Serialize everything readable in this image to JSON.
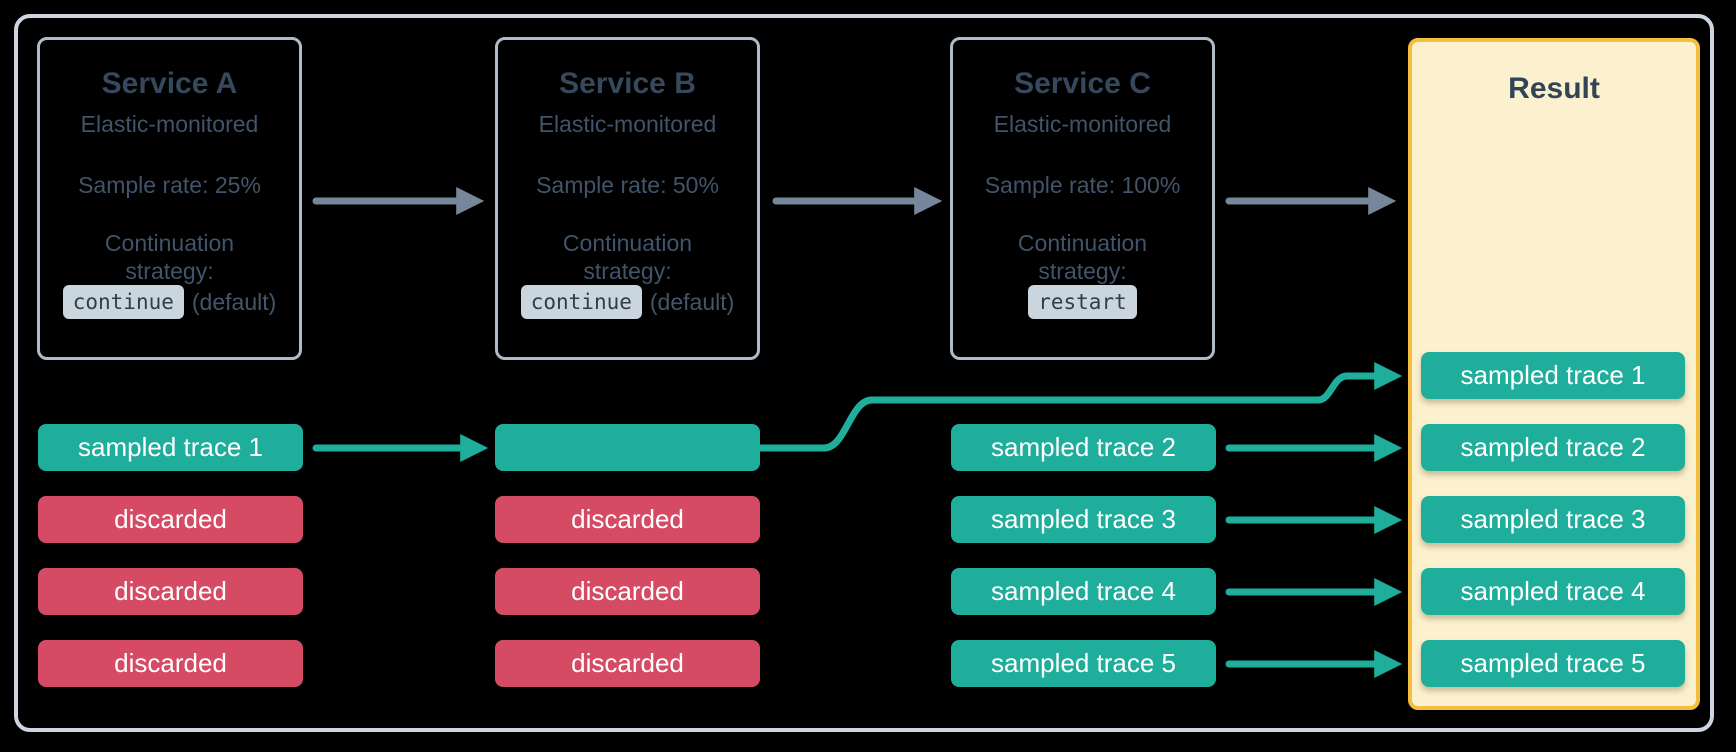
{
  "services": [
    {
      "name": "Service A",
      "monitored": "Elastic-monitored",
      "sample_rate": "Sample rate: 25%",
      "strategy_label": "Continuation strategy:",
      "strategy_value": "continue",
      "strategy_suffix": "(default)"
    },
    {
      "name": "Service B",
      "monitored": "Elastic-monitored",
      "sample_rate": "Sample rate: 50%",
      "strategy_label": "Continuation strategy:",
      "strategy_value": "continue",
      "strategy_suffix": "(default)"
    },
    {
      "name": "Service C",
      "monitored": "Elastic-monitored",
      "sample_rate": "Sample rate: 100%",
      "strategy_label": "Continuation strategy:",
      "strategy_value": "restart",
      "strategy_suffix": ""
    }
  ],
  "flow": {
    "col_a": [
      "sampled trace 1",
      "discarded",
      "discarded",
      "discarded"
    ],
    "col_b": [
      "",
      "discarded",
      "discarded",
      "discarded"
    ],
    "col_c": [
      "sampled trace 2",
      "sampled trace 3",
      "sampled trace 4",
      "sampled trace 5"
    ]
  },
  "result": {
    "title": "Result",
    "pills": [
      "sampled trace 1",
      "sampled trace 2",
      "sampled trace 3",
      "sampled trace 4",
      "sampled trace 5"
    ]
  },
  "colors": {
    "teal": "#1FAE9C",
    "red": "#D54B63",
    "panel_fill": "#FBF1CF",
    "panel_border": "#F4BE3E",
    "arrow_gray": "#76879B",
    "text_dark": "#36485C",
    "chip_bg": "#CBD5DD",
    "card_border": "#AFBCC8",
    "frame_border": "#CDD6E0"
  }
}
